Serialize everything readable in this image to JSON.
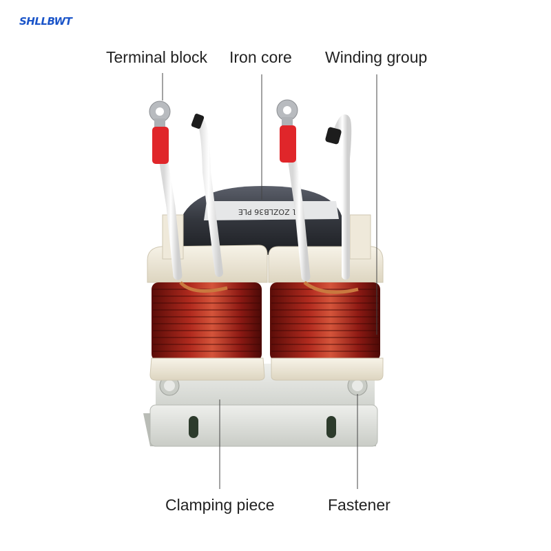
{
  "brand": {
    "logo_text": "SHLLBWT"
  },
  "labels": {
    "terminal_block": "Terminal block",
    "iron_core": "Iron core",
    "winding_group": "Winding group",
    "clamping_piece": "Clamping piece",
    "fastener": "Fastener"
  },
  "core_marking": "01 ZOZLB36 PLE",
  "colors": {
    "copper": "#8e1a14",
    "insulator_red": "#e0262a",
    "bobbin": "#ede7d6",
    "clamp": "#d8dad5",
    "logo_blue": "#1b55c9"
  }
}
